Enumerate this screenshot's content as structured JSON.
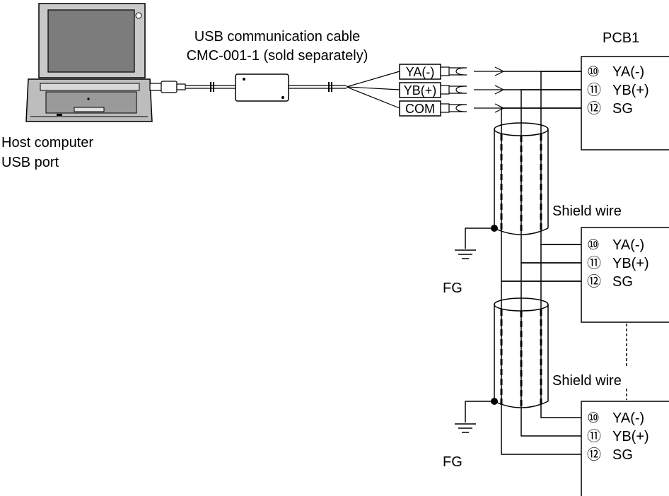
{
  "host": {
    "line1": "Host computer",
    "line2": "USB port"
  },
  "cable": {
    "line1": "USB communication cable",
    "line2": "CMC-001-1 (sold separately)"
  },
  "connectors": [
    "YA(-)",
    "YB(+)",
    "COM"
  ],
  "pcb1_label": "PCB1",
  "pins": [
    {
      "num": "⑩",
      "name": "YA(-)"
    },
    {
      "num": "⑪",
      "name": "YB(+)"
    },
    {
      "num": "⑫",
      "name": "SG"
    }
  ],
  "shield_label": "Shield wire",
  "fg_label": "FG"
}
